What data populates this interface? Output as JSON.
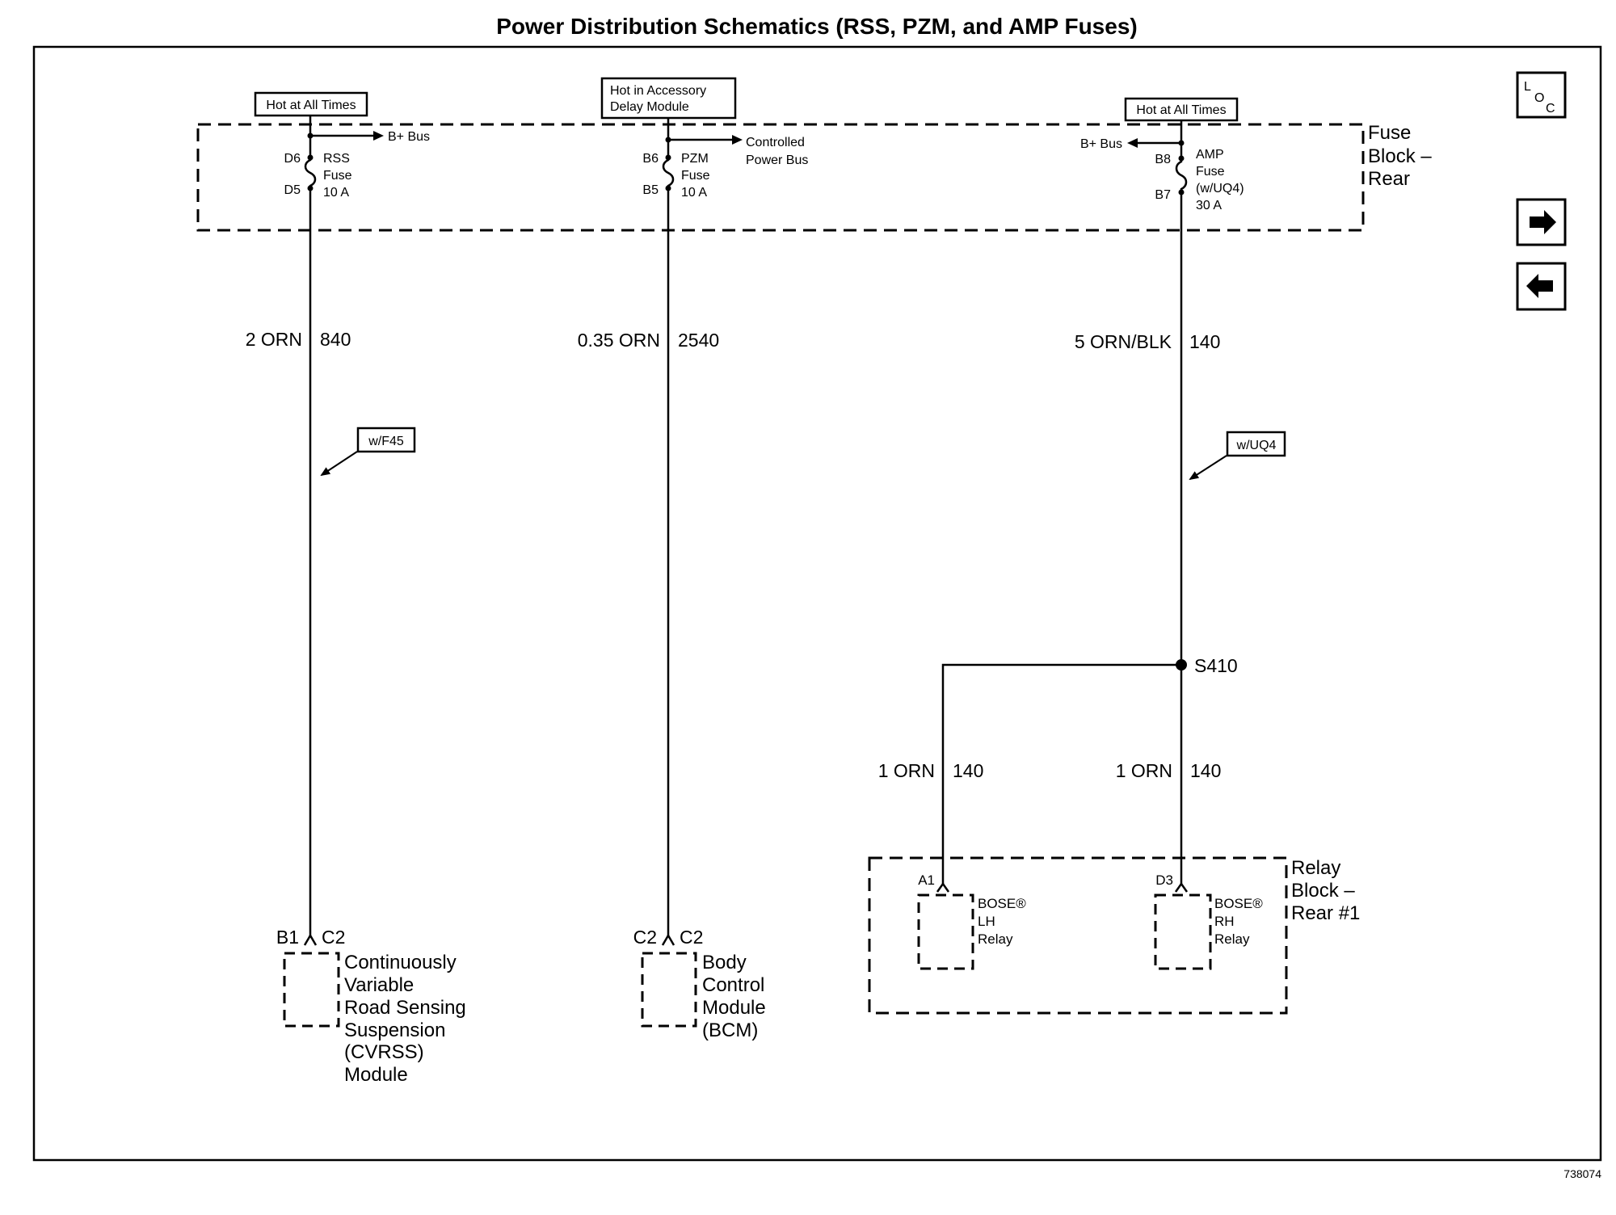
{
  "title": "Power Distribution Schematics (RSS, PZM, and AMP Fuses)",
  "figure_id": "738074",
  "colors": {
    "ink": "#000000",
    "paper": "#ffffff"
  },
  "nav": {
    "loc_letters": [
      "L",
      "O",
      "C"
    ],
    "loc_icon": "loc-icon",
    "next_icon": "right-arrow-icon",
    "prev_icon": "left-arrow-icon"
  },
  "fuse_block": {
    "label_lines": [
      "Fuse",
      "Block –",
      "Rear"
    ]
  },
  "relay_block": {
    "label_lines": [
      "Relay",
      "Block –",
      "Rear #1"
    ]
  },
  "rss": {
    "power_label": "Hot at All Times",
    "bus_label": "B+ Bus",
    "pin_in": "D6",
    "pin_out": "D5",
    "fuse_lines": [
      "RSS",
      "Fuse",
      "10 A"
    ],
    "wire_color": "2 ORN",
    "circuit": "840",
    "option": "w/F45",
    "pin": "B1",
    "connector": "C2",
    "module_lines": [
      "Continuously",
      "Variable",
      "Road Sensing",
      "Suspension",
      "(CVRSS)",
      "Module"
    ]
  },
  "pzm": {
    "power_label_lines": [
      "Hot in Accessory",
      "Delay Module"
    ],
    "bus_label_lines": [
      "Controlled",
      "Power Bus"
    ],
    "pin_in": "B6",
    "pin_out": "B5",
    "fuse_lines": [
      "PZM",
      "Fuse",
      "10 A"
    ],
    "wire_color": "0.35 ORN",
    "circuit": "2540",
    "pin": "C2",
    "connector": "C2",
    "module_lines": [
      "Body",
      "Control",
      "Module",
      "(BCM)"
    ]
  },
  "amp": {
    "power_label": "Hot at All Times",
    "bus_label": "B+ Bus",
    "pin_in": "B8",
    "pin_out": "B7",
    "fuse_lines": [
      "AMP",
      "Fuse",
      "(w/UQ4)",
      "30 A"
    ],
    "wire_color": "5 ORN/BLK",
    "circuit": "140",
    "option": "w/UQ4",
    "splice": "S410",
    "branches": [
      {
        "wire_color": "1 ORN",
        "circuit": "140",
        "pin": "A1",
        "relay_lines": [
          "BOSE®",
          "LH",
          "Relay"
        ]
      },
      {
        "wire_color": "1 ORN",
        "circuit": "140",
        "pin": "D3",
        "relay_lines": [
          "BOSE®",
          "RH",
          "Relay"
        ]
      }
    ]
  }
}
